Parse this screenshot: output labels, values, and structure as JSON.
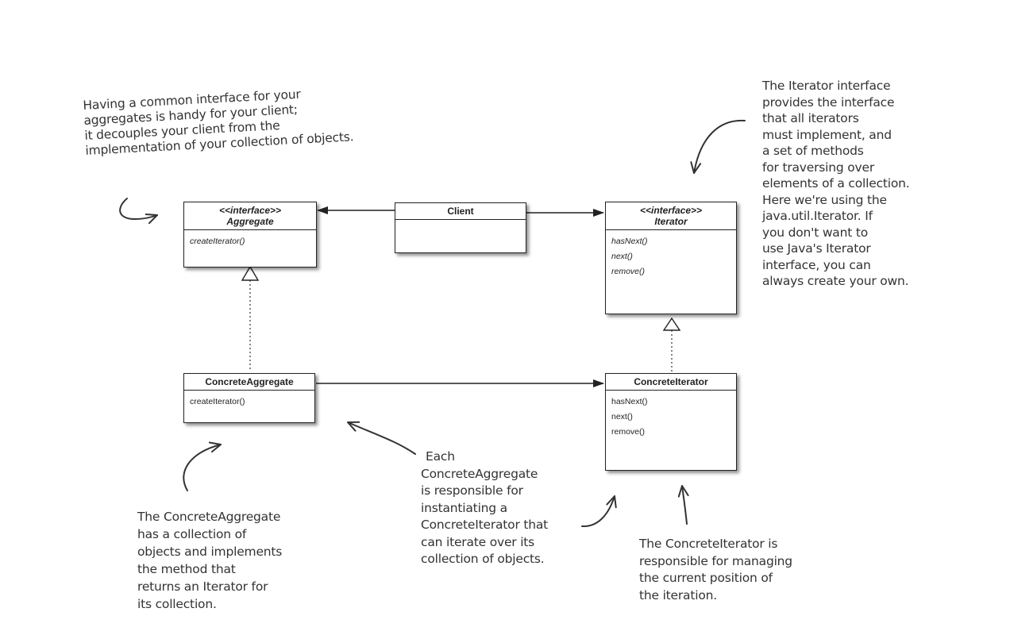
{
  "classes": {
    "aggregate": {
      "stereotype": "<<interface>>",
      "name": "Aggregate",
      "methods": [
        "createIterator()"
      ]
    },
    "client": {
      "name": "Client",
      "methods": []
    },
    "iterator": {
      "stereotype": "<<interface>>",
      "name": "Iterator",
      "methods": [
        "hasNext()",
        "next()",
        "remove()"
      ]
    },
    "concrete_aggregate": {
      "name": "ConcreteAggregate",
      "methods": [
        "createIterator()"
      ]
    },
    "concrete_iterator": {
      "name": "ConcreteIterator",
      "methods": [
        "hasNext()",
        "next()",
        "remove()"
      ]
    }
  },
  "notes": {
    "aggregate_note": [
      "Having a common interface for your",
      "aggregates is handy for your client;",
      "it decouples your client from the",
      "implementation of your collection of objects."
    ],
    "iterator_note": [
      "The Iterator interface",
      "provides the interface",
      "that all iterators",
      "must implement, and",
      "a set of methods",
      "for traversing over",
      "elements of a collection.",
      "Here we're using the",
      "java.util.Iterator. If",
      "you don't want to",
      "use Java's Iterator",
      "interface, you can",
      "always create your own."
    ],
    "concrete_aggregate_note": [
      "The ConcreteAggregate",
      "has a collection of",
      "objects and implements",
      "the method that",
      "returns an Iterator for",
      "its collection."
    ],
    "factory_note": [
      "Each",
      "ConcreteAggregate",
      "is responsible for",
      "instantiating a",
      "ConcreteIterator that",
      "can iterate over its",
      "collection of objects."
    ],
    "concrete_iterator_note": [
      "The ConcreteIterator is",
      "responsible for managing",
      "the current position of",
      "the iteration."
    ]
  }
}
